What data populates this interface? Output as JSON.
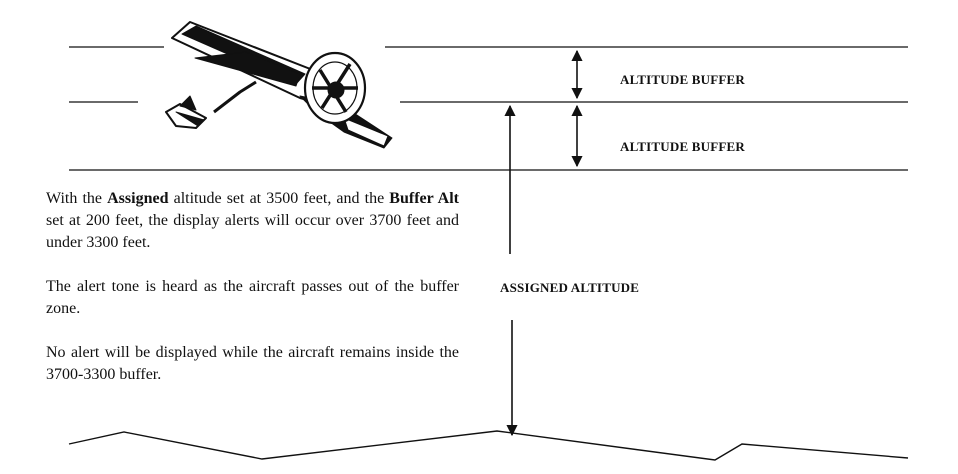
{
  "labels": {
    "altitude_buffer_upper": "ALTITUDE BUFFER",
    "altitude_buffer_lower": "ALTITUDE BUFFER",
    "assigned_altitude": "ASSIGNED ALTITUDE"
  },
  "paragraph1": {
    "t1": "With the ",
    "b1": "Assigned",
    "t2": " altitude set at 3500 feet, and the ",
    "b2": "Buffer Alt",
    "t3": " set at 200 feet, the display alerts will occur over 3700 feet and under 3300 feet."
  },
  "paragraph2": "The alert tone is heard as the aircraft passes out of the buffer zone.",
  "paragraph3": "No alert will be displayed while the aircraft remains inside the 3700-3300 buffer.",
  "illustration": {
    "subject": "airplane-illustration"
  },
  "colors": {
    "ink": "#111111",
    "background": "#ffffff"
  }
}
